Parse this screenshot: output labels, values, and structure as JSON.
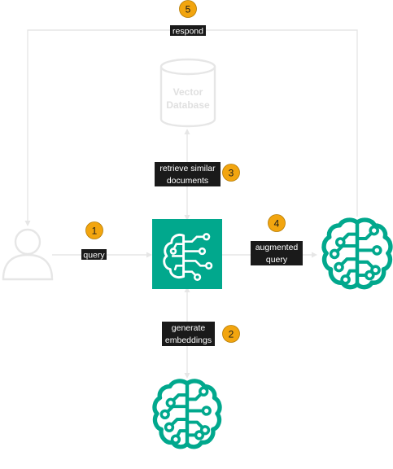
{
  "nodes": {
    "vector_db_label_line1": "Vector",
    "vector_db_label_line2": "Database"
  },
  "edges": {
    "query": "query",
    "generate_embeddings_line1": "generate",
    "generate_embeddings_line2": "embeddings",
    "retrieve_line1": "retrieve similar",
    "retrieve_line2": "documents",
    "augmented_line1": "augmented",
    "augmented_line2": "query",
    "respond": "respond"
  },
  "steps": [
    "1",
    "2",
    "3",
    "4",
    "5"
  ],
  "icons": {
    "user": "user-icon",
    "orchestrator": "ai-chip-icon",
    "embedding_model": "brain-circuit-icon",
    "llm": "brain-circuit-icon",
    "database": "database-cylinder-icon"
  },
  "colors": {
    "accent_green": "#01a88d",
    "badge_orange": "#f2a50f",
    "label_dark": "#1a1a1a",
    "muted_gray": "#e6e6e6"
  }
}
